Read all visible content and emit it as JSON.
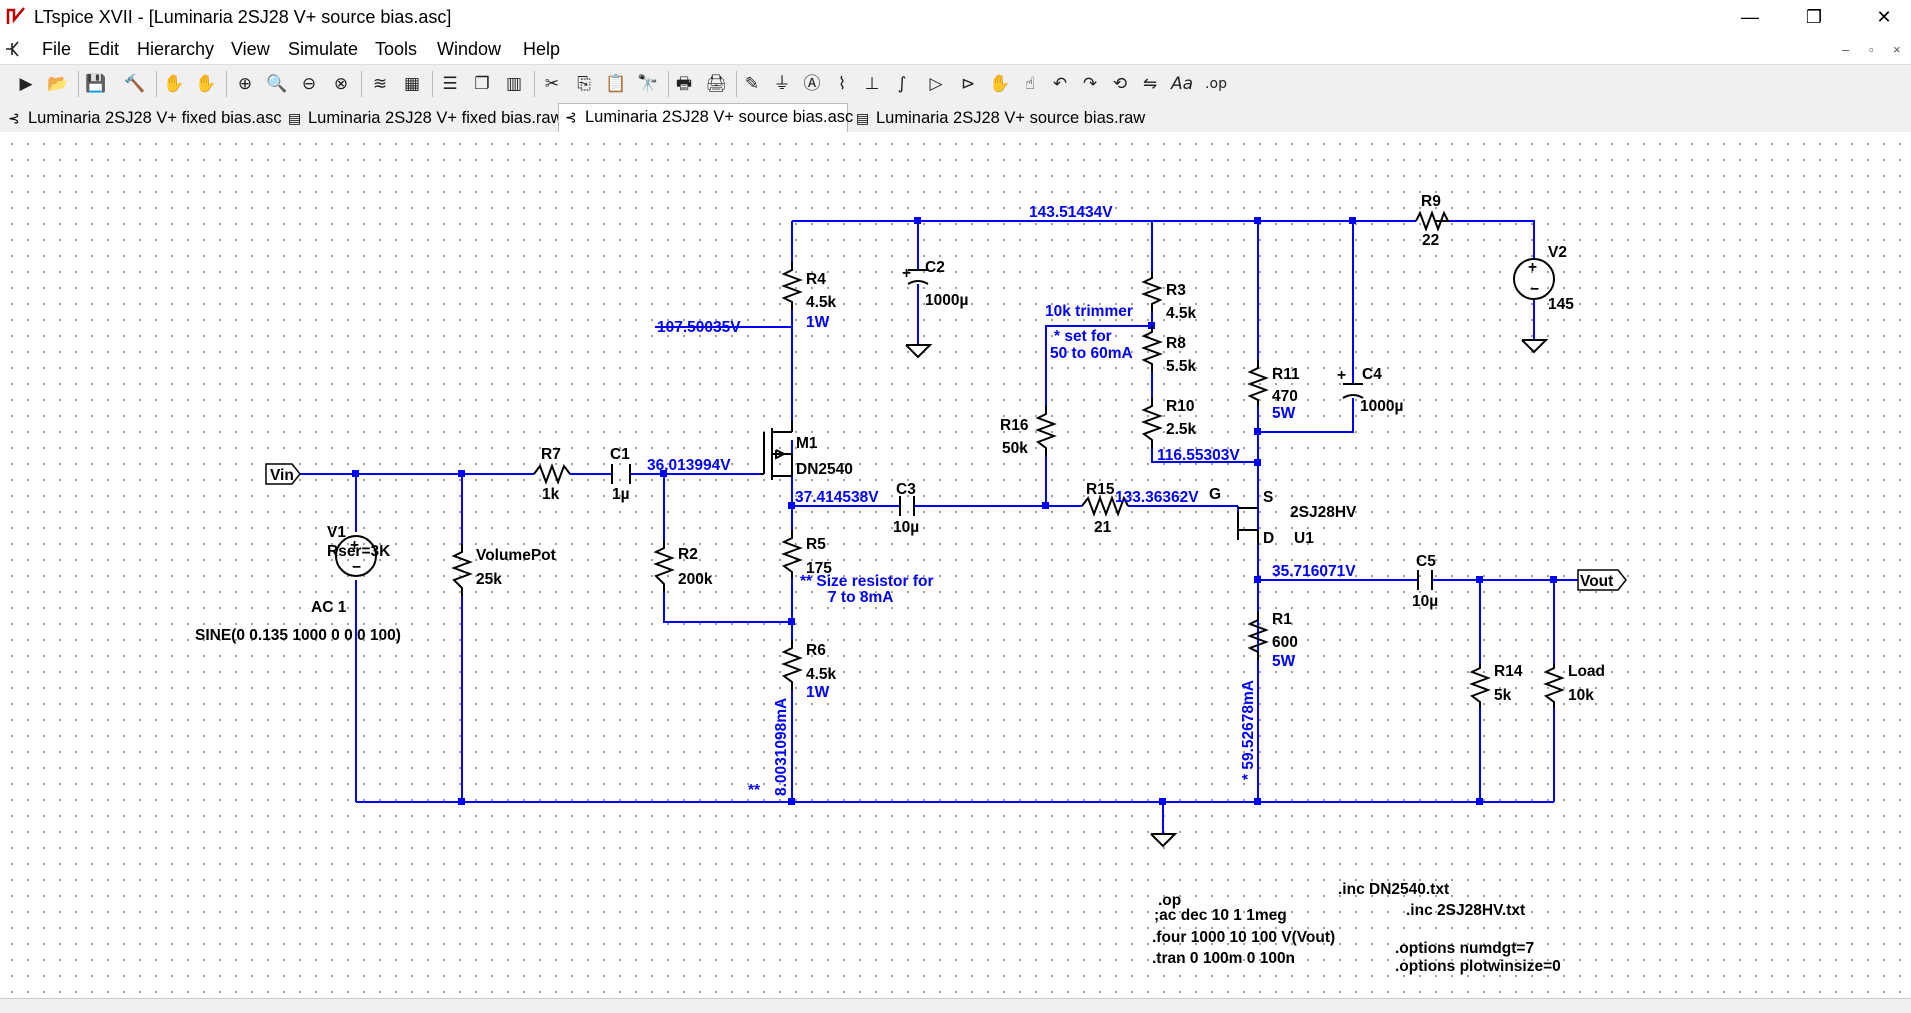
{
  "window": {
    "title": "LTspice XVII - [Luminaria 2SJ28 V+ source bias.asc]",
    "minimize": "—",
    "restore": "❐",
    "close": "✕"
  },
  "menu": {
    "items": [
      {
        "label": "File"
      },
      {
        "label": "Edit"
      },
      {
        "label": "Hierarchy"
      },
      {
        "label": "View"
      },
      {
        "label": "Simulate"
      },
      {
        "label": "Tools"
      },
      {
        "label": "Window"
      },
      {
        "label": "Help"
      }
    ],
    "mdi_min": "–",
    "mdi_restore": "▫",
    "mdi_close": "×"
  },
  "tabs": [
    {
      "label": "Luminaria 2SJ28 V+ fixed bias.asc",
      "kind": "schematic"
    },
    {
      "label": "Luminaria 2SJ28 V+ fixed bias.raw",
      "kind": "waveform"
    },
    {
      "label": "Luminaria 2SJ28 V+ source bias.asc",
      "kind": "schematic",
      "active": true
    },
    {
      "label": "Luminaria 2SJ28 V+ source bias.raw",
      "kind": "waveform"
    }
  ],
  "toolbar_icons": [
    "run-icon",
    "open-icon",
    "save-icon",
    "control-panel-icon",
    "halt-icon",
    "pan-icon",
    "zoom-in-icon",
    "zoom-icon",
    "zoom-out-icon",
    "zoom-fit-icon",
    "autorange-icon",
    "grid-icon",
    "tile-horizontal-icon",
    "cascade-icon",
    "tile-vertical-icon",
    "cut-icon",
    "copy-icon",
    "paste-icon",
    "find-icon",
    "print-icon",
    "print-setup-icon",
    "draw-wire-icon",
    "ground-icon",
    "label-net-icon",
    "resistor-icon",
    "capacitor-icon",
    "inductor-icon",
    "diode-icon",
    "component-icon",
    "move-icon",
    "drag-icon",
    "undo-icon",
    "redo-icon",
    "rotate-icon",
    "mirror-icon",
    "text-icon",
    "spice-directive-icon"
  ],
  "toolbar_glyphs": {
    "run": "▶",
    "open": "📂",
    "save": "💾",
    "control": "🔨",
    "halt": "✋",
    "pan": "✋",
    "zoomin": "⊕",
    "zoom": "🔍",
    "zoomout": "⊖",
    "zoomfit": "⊗",
    "autorange": "≋",
    "grid": "▦",
    "tileh": "☰",
    "cascade": "❐",
    "tilev": "▥",
    "cut": "✂",
    "copy": "⎘",
    "paste": "📋",
    "find": "🔭",
    "print": "🖶",
    "printsetup": "🖨",
    "wire": "✎",
    "ground": "⏚",
    "label": "Ⓐ",
    "resistor": "⌇",
    "capacitor": "⊥",
    "inductor": "∫",
    "diode": "▷",
    "component": "⊳",
    "move": "✋",
    "drag": "☝",
    "undo": "↶",
    "redo": "↷",
    "rotate": "⟲",
    "mirror": "⇋",
    "text": "Aa",
    "directive": ".op"
  },
  "schematic": {
    "components": {
      "R4": {
        "name": "R4",
        "value": "4.5k",
        "power": "1W"
      },
      "C2": {
        "name": "C2",
        "value": "1000µ"
      },
      "R3": {
        "name": "R3",
        "value": "4.5k"
      },
      "R8": {
        "name": "R8",
        "value": "5.5k"
      },
      "R10": {
        "name": "R10",
        "value": "2.5k"
      },
      "R9": {
        "name": "R9",
        "value": "22"
      },
      "V2": {
        "name": "V2",
        "value": "145"
      },
      "R11": {
        "name": "R11",
        "value": "470",
        "power": "5W"
      },
      "C4": {
        "name": "C4",
        "value": "1000µ"
      },
      "R16": {
        "name": "R16",
        "value": "50k"
      },
      "R15": {
        "name": "R15",
        "value": "21"
      },
      "M1": {
        "name": "M1",
        "model": "DN2540"
      },
      "R7": {
        "name": "R7",
        "value": "1k"
      },
      "C1": {
        "name": "C1",
        "value": "1µ"
      },
      "V1": {
        "name": "V1",
        "rser": "Rser=3K",
        "ac": "AC 1",
        "sine": "SINE(0 0.135 1000 0 0 0 100)"
      },
      "VolumePot": {
        "name": "VolumePot",
        "value": "25k"
      },
      "R2": {
        "name": "R2",
        "value": "200k"
      },
      "R5": {
        "name": "R5",
        "value": "175"
      },
      "R6": {
        "name": "R6",
        "value": "4.5k",
        "power": "1W"
      },
      "C3": {
        "name": "C3",
        "value": "10µ"
      },
      "U1": {
        "name": "U1",
        "model": "2SJ28HV",
        "pin_s": "S",
        "pin_g": "G",
        "pin_d": "D"
      },
      "R1": {
        "name": "R1",
        "value": "600",
        "power": "5W"
      },
      "C5": {
        "name": "C5",
        "value": "10µ"
      },
      "R14": {
        "name": "R14",
        "value": "5k"
      },
      "Load": {
        "name": "Load",
        "value": "10k"
      }
    },
    "net_labels": {
      "vin": "Vin",
      "vout": "Vout"
    },
    "voltages": {
      "top_rail": "143.51434V",
      "m1_drain": "107.50035V",
      "m1_gate": "36.013994V",
      "m1_source": "37.414538V",
      "r10_bottom": "116.55303V",
      "u1_gate": "133.36362V",
      "u1_drain": "35.716071V"
    },
    "currents": {
      "r6": "8.0031098mA",
      "r1": "* 59.52678mA",
      "r6_marker": "**"
    },
    "comments": {
      "trimmer": "10k trimmer",
      "set_for_1": "* set for",
      "set_for_2": "50 to 60mA",
      "size_1": "** Size resistor for",
      "size_2": "7 to 8mA"
    },
    "directives": {
      "op": ".op",
      "ac": ";ac dec 10 1 1meg",
      "four": ".four 1000 10 100 V(Vout)",
      "tran": ".tran 0 100m 0 100n",
      "inc1": ".inc DN2540.txt",
      "inc2": ".inc 2SJ28HV.txt",
      "opt1": ".options numdgt=7",
      "opt2": ".options plotwinsize=0"
    }
  }
}
